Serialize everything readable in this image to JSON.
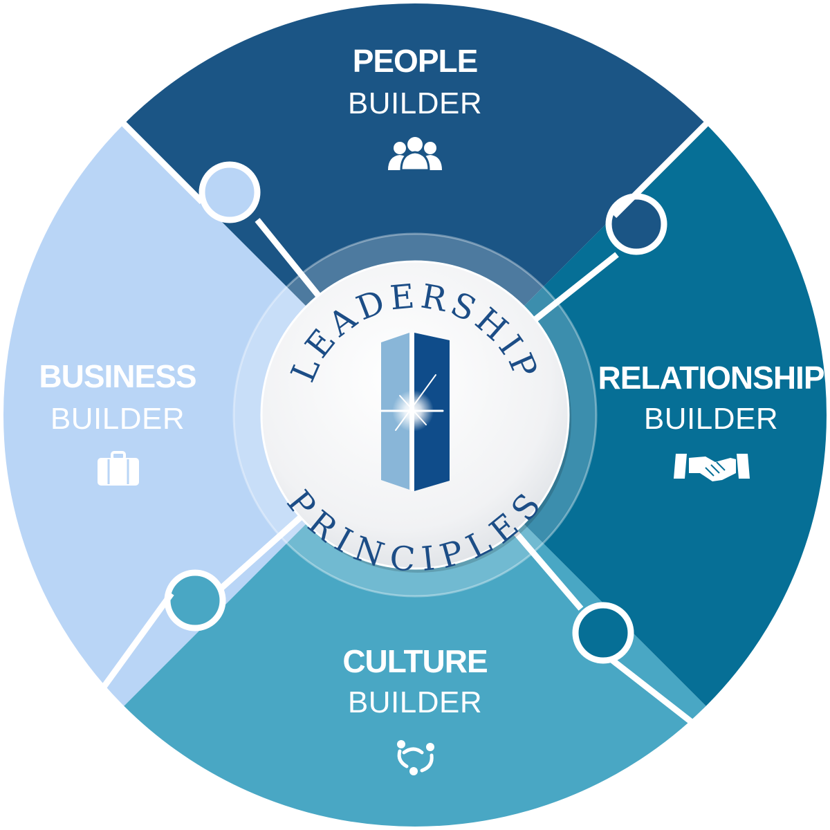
{
  "center": {
    "top_text": "LEADERSHIP",
    "bottom_text": "PRINCIPLES"
  },
  "segments": {
    "people": {
      "title": "PEOPLE",
      "subtitle": "BUILDER",
      "icon": "people-group-icon",
      "color": "#1b5585"
    },
    "relationship": {
      "title": "RELATIONSHIP",
      "subtitle": "BUILDER",
      "icon": "handshake-icon",
      "color": "#066f96"
    },
    "culture": {
      "title": "CULTURE",
      "subtitle": "BUILDER",
      "icon": "connected-people-cycle-icon",
      "color": "#49a7c4"
    },
    "business": {
      "title": "BUSINESS",
      "subtitle": "BUILDER",
      "icon": "briefcase-icon",
      "color": "#b9d5f6"
    }
  },
  "colors": {
    "divider": "#ffffff",
    "center_text": "#1c4d86",
    "door_light": "#89b6d8",
    "door_dark": "#0f4c8a"
  }
}
